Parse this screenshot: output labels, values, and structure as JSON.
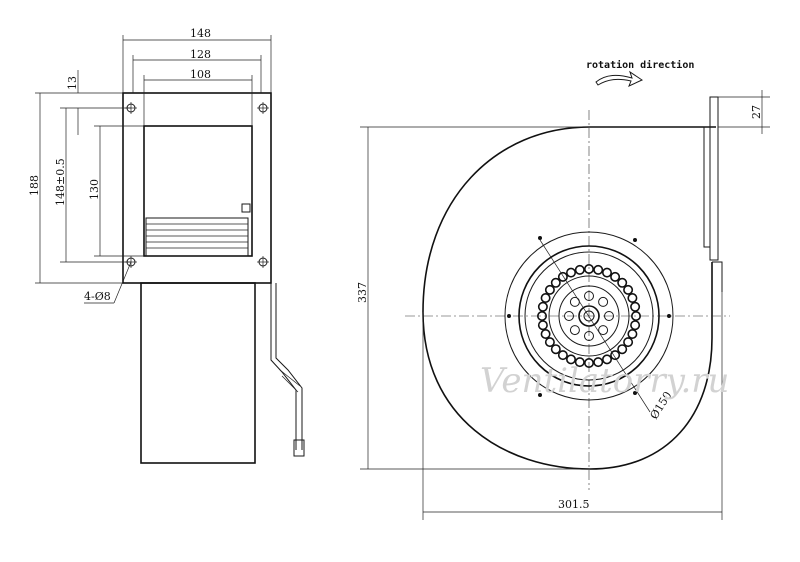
{
  "dimensions": {
    "width_148": "148",
    "width_128": "128",
    "width_108": "108",
    "height_13": "13",
    "height_188": "188",
    "height_148": "148±0.5",
    "height_130": "130",
    "holes": "4-Ø8",
    "height_337": "337",
    "height_27": "27",
    "width_301": "301.5",
    "diameter_150": "Ø150"
  },
  "labels": {
    "rotation": "rotation direction"
  },
  "watermark": "Ventilatorry.ru"
}
